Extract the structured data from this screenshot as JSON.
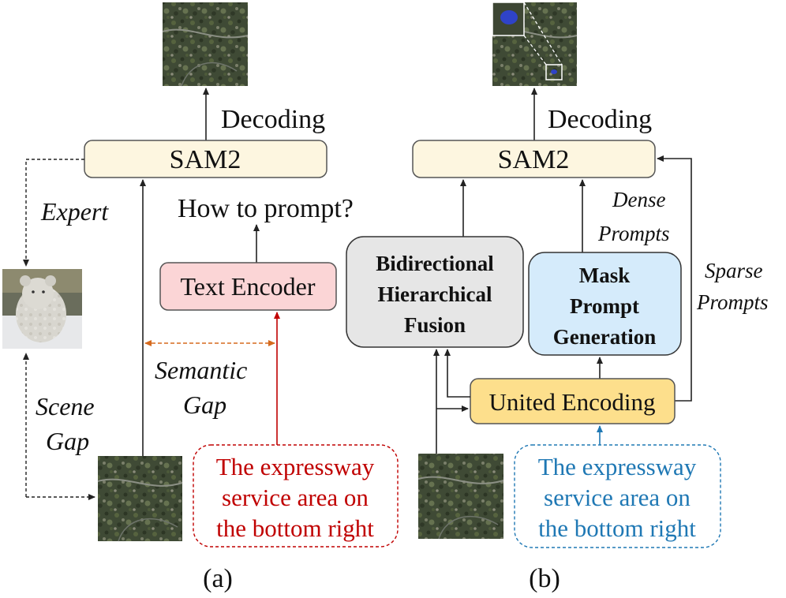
{
  "panel_a": {
    "decoding": "Decoding",
    "sam2": "SAM2",
    "expert": "Expert",
    "how_to_prompt": "How to prompt?",
    "text_encoder": "Text Encoder",
    "semantic_gap": [
      "Semantic",
      "Gap"
    ],
    "scene_gap": [
      "Scene",
      "Gap"
    ],
    "prompt_text": [
      "The expressway",
      "service area on",
      "the bottom right"
    ],
    "caption": "(a)"
  },
  "panel_b": {
    "decoding": "Decoding",
    "sam2": "SAM2",
    "dense_prompts": [
      "Dense",
      "Prompts"
    ],
    "sparse_prompts": [
      "Sparse",
      "Prompts"
    ],
    "bhf": [
      "Bidirectional",
      "Hierarchical",
      "Fusion"
    ],
    "mpg": [
      "Mask",
      "Prompt",
      "Generation"
    ],
    "united_encoding": "United Encoding",
    "prompt_text": [
      "The expressway",
      "service area on",
      "the bottom right"
    ],
    "caption": "(b)"
  },
  "colors": {
    "sam2_fill": "#fdf6e0",
    "text_encoder_fill": "#fbd5d6",
    "bhf_fill": "#e6e6e6",
    "mpg_fill": "#d5ebfb",
    "united_fill": "#fddf8c",
    "red_text": "#c00000",
    "blue_text": "#1f78b4",
    "orange_gap": "#d56a1e"
  }
}
